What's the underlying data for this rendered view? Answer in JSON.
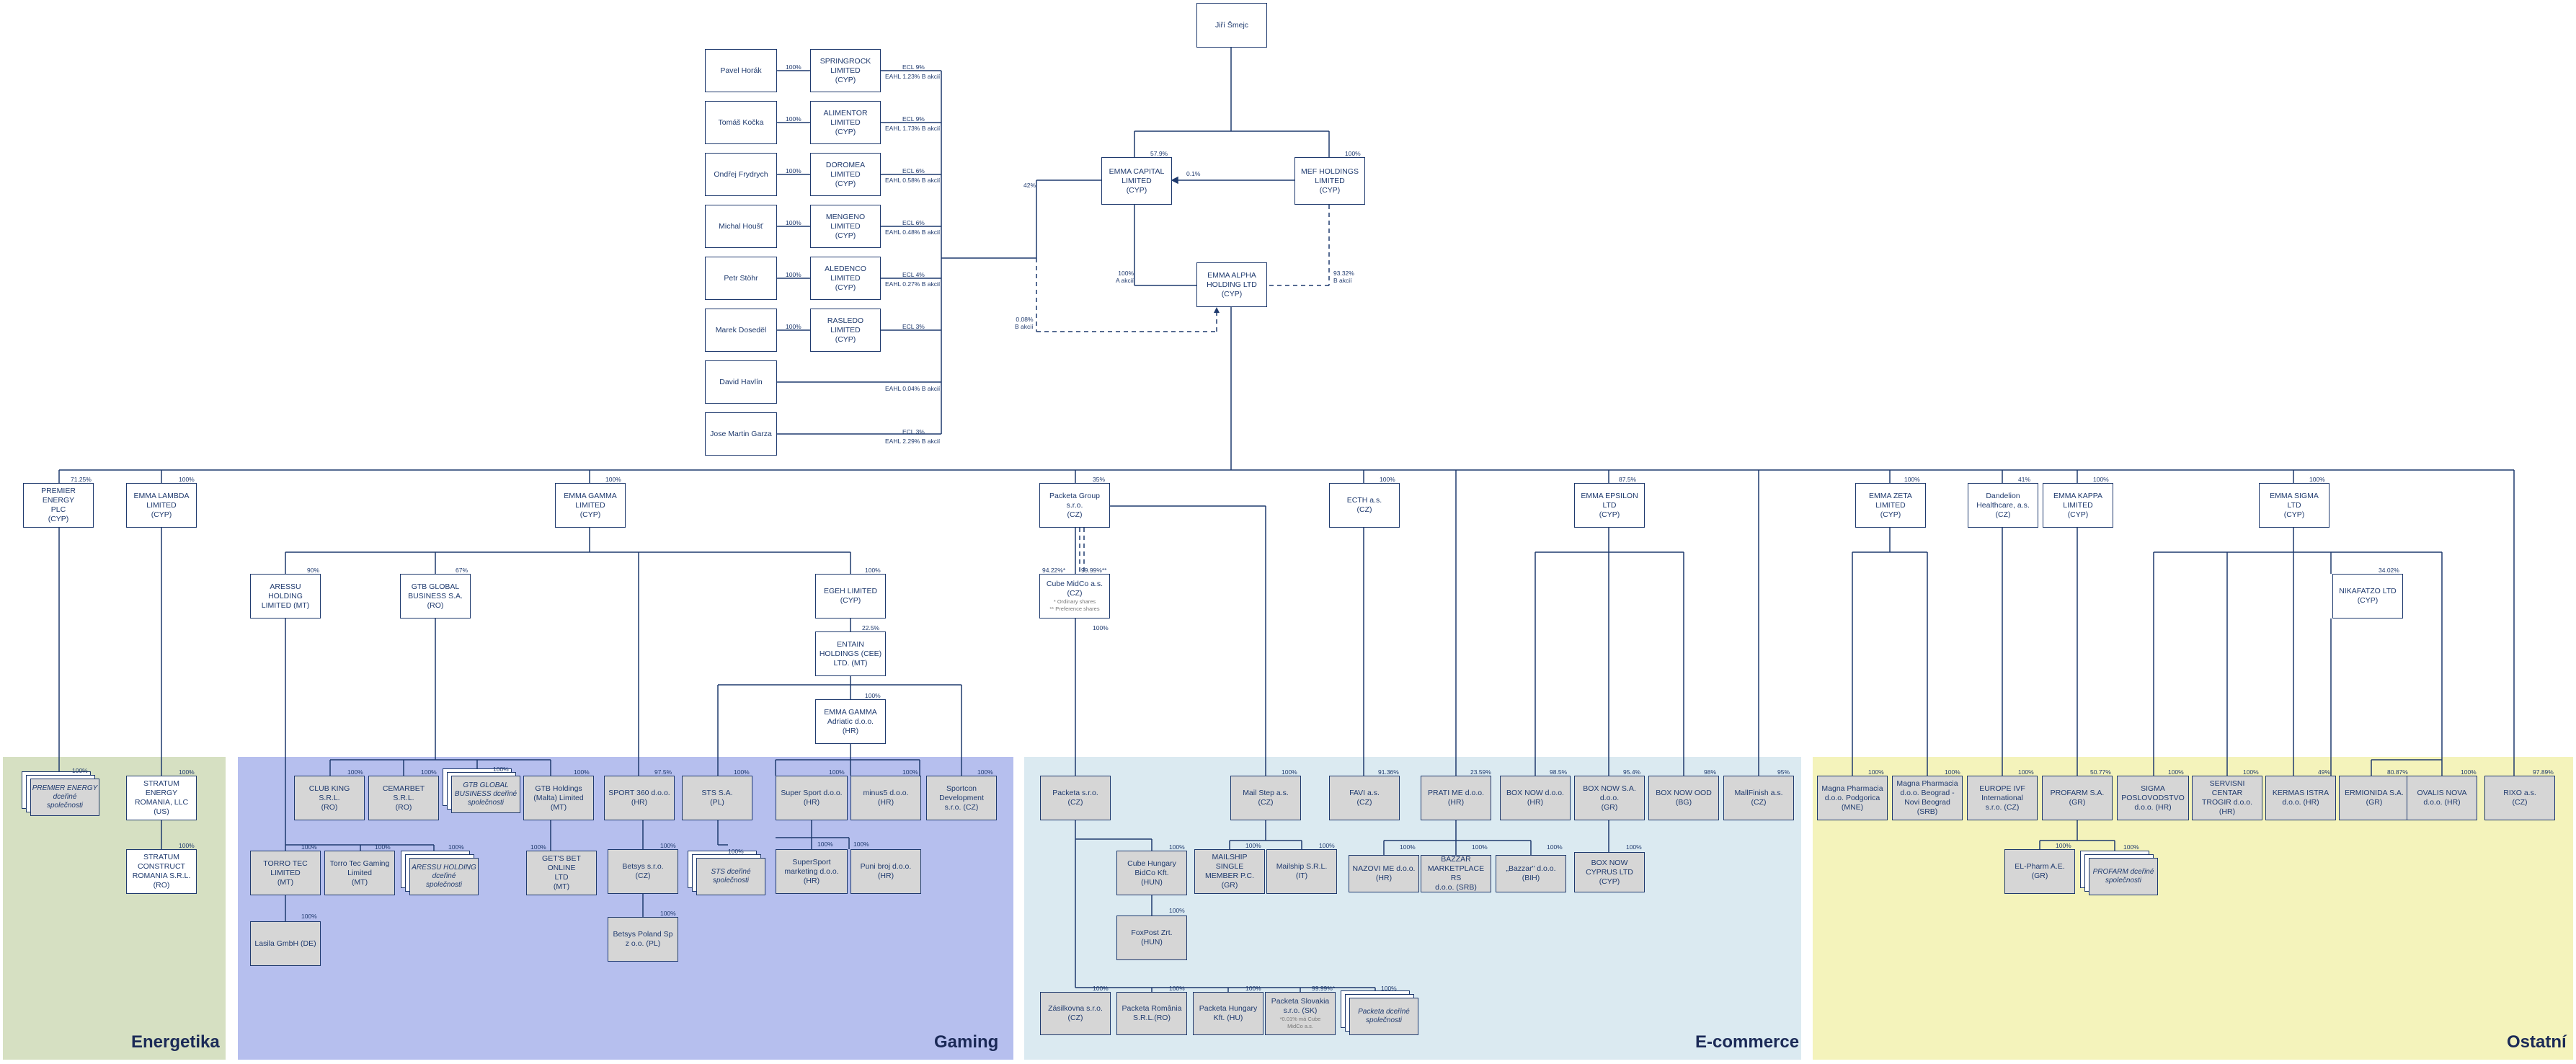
{
  "sections": {
    "energetika": "Energetika",
    "gaming": "Gaming",
    "ecommerce": "E-commerce",
    "ostatni": "Ostatní"
  },
  "colors": {
    "energetika": "#d6e0c2",
    "gaming": "#b6bfee",
    "ecommerce": "#dbeaf1",
    "ostatni": "#f4f3bb",
    "line": "#1f3a6e",
    "box_fill_grey": "#d6d6d6"
  },
  "owners": [
    {
      "name": "Pavel Horák",
      "company": "SPRINGROCK\nLIMITED\n(CYP)",
      "own": "100%",
      "stake": "ECL 9%",
      "emma": "EAHL 1.23% B akcií"
    },
    {
      "name": "Tomáš Kočka",
      "company": "ALIMENTOR\nLIMITED\n(CYP)",
      "own": "100%",
      "stake": "ECL 9%",
      "emma": "EAHL 1.73% B akcií"
    },
    {
      "name": "Ondřej Frydrych",
      "company": "DOROMEA\nLIMITED\n(CYP)",
      "own": "100%",
      "stake": "ECL 6%",
      "emma": "EAHL 0.58% B akcií"
    },
    {
      "name": "Michal Houšť",
      "company": "MENGENO\nLIMITED\n(CYP)",
      "own": "100%",
      "stake": "ECL 6%",
      "emma": "EAHL 0.48% B akcií"
    },
    {
      "name": "Petr Stöhr",
      "company": "ALEDENCO\nLIMITED\n(CYP)",
      "own": "100%",
      "stake": "ECL 4%",
      "emma": "EAHL 0.27% B akcií"
    },
    {
      "name": "Marek Dosedël",
      "company": "RASLEDO\nLIMITED\n(CYP)",
      "own": "100%",
      "stake": "ECL 3%",
      "emma": ""
    },
    {
      "name": "David Havlín",
      "company": "",
      "own": "",
      "stake": "",
      "emma": "EAHL 0.04% B akcií"
    },
    {
      "name": "Jose Martin Garza",
      "company": "",
      "own": "",
      "stake": "ECL 3%",
      "emma": "EAHL 2.29% B akcií"
    }
  ],
  "top": {
    "jiri": "Jiří Šmejc",
    "emma_capital": "EMMA CAPITAL\nLIMITED\n(CYP)",
    "mef": "MEF HOLDINGS\nLIMITED\n(CYP)",
    "emma_alpha": "EMMA ALPHA\nHOLDING LTD\n(CYP)",
    "p_ec": "57.9%",
    "p_mef": "100%",
    "p_mef_ec": "0.1%",
    "p_owners_ec": "42%",
    "p_ec_alpha": "100%\nA akcií",
    "p_mef_alpha": "93.32%\nB akcií",
    "p_owners_alpha": "0.08%\nB akcií"
  },
  "holdings": {
    "premier": {
      "label": "PREMIER ENERGY\nPLC\n(CYP)",
      "p": "71.25%"
    },
    "lambda": {
      "label": "EMMA LAMBDA\nLIMITED\n(CYP)",
      "p": "100%"
    },
    "gamma": {
      "label": "EMMA GAMMA\nLIMITED\n(CYP)",
      "p": "100%"
    },
    "packeta": {
      "label": "Packeta Group\ns.r.o.\n(CZ)",
      "p": "35%"
    },
    "ecth": {
      "label": "ECTH a.s.\n(CZ)",
      "p": "100%"
    },
    "epsilon": {
      "label": "EMMA EPSILON\nLTD\n(CYP)",
      "p": "87.5%"
    },
    "zeta": {
      "label": "EMMA ZETA\nLIMITED\n(CYP)",
      "p": "100%"
    },
    "dandelion": {
      "label": "Dandelion\nHealthcare, a.s.\n(CZ)",
      "p": "41%"
    },
    "kappa": {
      "label": "EMMA KAPPA\nLIMITED\n(CYP)",
      "p": "100%"
    },
    "sigma": {
      "label": "EMMA SIGMA\nLTD\n(CYP)",
      "p": "100%"
    }
  },
  "mid": {
    "aressu": {
      "label": "ARESSU HOLDING\nLIMITED (MT)",
      "p": "90%"
    },
    "gtb": {
      "label": "GTB GLOBAL\nBUSINESS S.A.\n(RO)",
      "p": "67%"
    },
    "egeh": {
      "label": "EGEH LIMITED\n(CYP)",
      "p": "100%"
    },
    "entain": {
      "label": "ENTAIN\nHOLDINGS (CEE)\nLTD. (MT)",
      "p": "22.5%"
    },
    "adriatic": {
      "label": "EMMA GAMMA\nAdriatic d.o.o.\n(HR)",
      "p": "100%"
    },
    "cube": {
      "label": "Cube MidCo a.s.\n(CZ)",
      "p1": "94.22%*",
      "p2": "99.99%**",
      "note": "* Ordinary shares\n** Preference shares",
      "p3": "100%"
    },
    "nikafatzo": {
      "label": "NIKAFATZO LTD\n(CYP)",
      "p": "34.02%"
    }
  },
  "energetika": [
    {
      "label": "PREMIER ENERGY\ndceřiné\nspolečnosti",
      "p": "100%"
    },
    {
      "label": "STRATUM\nENERGY\nROMANIA, LLC\n(US)",
      "p": "100%"
    },
    {
      "label": "STRATUM\nCONSTRUCT\nROMANIA S.R.L.\n(RO)",
      "p": "100%"
    }
  ],
  "gaming": {
    "club_king": {
      "label": "CLUB KING S.R.L.\n(RO)",
      "p": "100%"
    },
    "cemarbet": {
      "label": "CEMARBET S.R.L.\n(RO)",
      "p": "100%"
    },
    "gtb_subs": {
      "label": "GTB GLOBAL\nBUSINESS dceřiné\nspolečnosti",
      "p": "100%"
    },
    "gtb_malta": {
      "label": "GTB Holdings\n(Malta) Limited\n(MT)",
      "p": "100%"
    },
    "sport360": {
      "label": "SPORT 360 d.o.o.\n(HR)",
      "p": "97.5%"
    },
    "sts": {
      "label": "STS S.A.\n(PL)",
      "p": "100%"
    },
    "supersport": {
      "label": "Super Sport d.o.o.\n(HR)",
      "p": "100%"
    },
    "minus5": {
      "label": "minus5 d.o.o.\n(HR)",
      "p": "100%"
    },
    "sportcon": {
      "label": "Sportcon\nDevelopment\ns.r.o. (CZ)",
      "p": "100%"
    },
    "torro_tec": {
      "label": "TORRO TEC\nLIMITED\n(MT)",
      "p": "100%"
    },
    "torro_gaming": {
      "label": "Torro Tec Gaming\nLimited\n(MT)",
      "p": "100%"
    },
    "aressu_subs": {
      "label": "ARESSU HOLDING\ndceřiné\nspolečnosti",
      "p": "100%"
    },
    "gets_bet": {
      "label": "GET'S BET ONLINE\nLTD\n(MT)",
      "p": "100%"
    },
    "betsys": {
      "label": "Betsys s.r.o.\n(CZ)",
      "p": "100%"
    },
    "sts_subs": {
      "label": "STS dceřiné\nspolečnosti",
      "p": "100%"
    },
    "supersport_mkt": {
      "label": "SuperSport\nmarketing d.o.o.\n(HR)",
      "p": "100%"
    },
    "puni_broj": {
      "label": "Puni broj d.o.o.\n(HR)",
      "p": "100%"
    },
    "lasila": {
      "label": "Lasila GmbH (DE)",
      "p": "100%"
    },
    "betsys_pl": {
      "label": "Betsys Poland Sp\nz o.o. (PL)",
      "p": "100%"
    }
  },
  "ecommerce": {
    "packeta_cz": {
      "label": "Packeta s.r.o.\n(CZ)"
    },
    "mailstep": {
      "label": "Mail Step a.s.\n(CZ)",
      "p": "100%"
    },
    "favi": {
      "label": "FAVI a.s.\n(CZ)",
      "p": "91.36%"
    },
    "prati": {
      "label": "PRATI ME d.o.o.\n(HR)",
      "p": "23.59%"
    },
    "boxnow_hr": {
      "label": "BOX NOW d.o.o.\n(HR)",
      "p": "98.5%"
    },
    "boxnow_gr": {
      "label": "BOX NOW S.A.\nd.o.o.\n(GR)",
      "p": "95.4%"
    },
    "boxnow_bg": {
      "label": "BOX NOW OOD\n(BG)",
      "p": "98%"
    },
    "mallfinish": {
      "label": "MallFinish a.s.\n(CZ)",
      "p": "95%"
    },
    "cube_hu": {
      "label": "Cube Hungary\nBidCo Kft.\n(HUN)",
      "p": "100%"
    },
    "foxpost": {
      "label": "FoxPost Zrt.\n(HUN)",
      "p": "100%"
    },
    "mailship_gr": {
      "label": "MAILSHIP SINGLE\nMEMBER P.C.\n(GR)",
      "p": "100%"
    },
    "mailship_it": {
      "label": "Mailship S.R.L.\n(IT)",
      "p": "100%"
    },
    "nazovi": {
      "label": "NAZOVI ME d.o.o.\n(HR)",
      "p": "100%"
    },
    "bazzar_rs": {
      "label": "BAZZAR\nMARKETPLACE RS\nd.o.o. (SRB)",
      "p": "100%"
    },
    "bazzar_bih": {
      "label": "„Bazzar\" d.o.o.\n(BIH)",
      "p": "100%"
    },
    "boxnow_cy": {
      "label": "BOX NOW\nCYPRUS LTD\n(CYP)",
      "p": "100%"
    },
    "zasilkovna": {
      "label": "Zásilkovna s.r.o.\n(CZ)",
      "p": "100%"
    },
    "packeta_ro": {
      "label": "Packeta România\nS.R.L.(RO)",
      "p": "100%"
    },
    "packeta_hu": {
      "label": "Packeta Hungary\nKft. (HU)",
      "p": "100%"
    },
    "packeta_sk": {
      "label": "Packeta Slovakia\ns.r.o. (SK)",
      "p": "99.99%*",
      "note": "*0.01% má Cube\nMidCo a.s."
    },
    "packeta_subs": {
      "label": "Packeta dceřiné\nspolečnosti",
      "p": "100%"
    }
  },
  "ostatni": {
    "magna_mne": {
      "label": "Magna Pharmacia\nd.o.o. Podgorica\n(MNE)",
      "p": "100%"
    },
    "magna_srb": {
      "label": "Magna Pharmacia\nd.o.o. Beograd -\nNovi Beograd\n(SRB)",
      "p": "100%"
    },
    "europe_ivf": {
      "label": "EUROPE IVF\nInternational\ns.r.o. (CZ)",
      "p": "100%"
    },
    "proparm": {
      "label": "PROFARM S.A.\n(GR)",
      "p": "50.77%"
    },
    "sigma_posl": {
      "label": "SIGMA\nPOSLOVODSTVO\nd.o.o. (HR)",
      "p": "100%"
    },
    "servisni": {
      "label": "SERVISNI CENTAR\nTROGIR d.o.o.\n(HR)",
      "p": "100%"
    },
    "kermas": {
      "label": "KERMAS ISTRA\nd.o.o. (HR)",
      "p": "49%"
    },
    "ermionida": {
      "label": "ERMIONIDA S.A.\n(GR)",
      "p": "80.87%"
    },
    "ovalis": {
      "label": "OVALIS NOVA\nd.o.o. (HR)",
      "p": "100%"
    },
    "rixo": {
      "label": "RIXO a.s.\n(CZ)",
      "p": "97.89%"
    },
    "elpharm": {
      "label": "EL-Pharm A.E.\n(GR)",
      "p": "100%"
    },
    "profarm_subs": {
      "label": "PROFARM dceřiné\nspolečnosti",
      "p": "100%"
    }
  }
}
